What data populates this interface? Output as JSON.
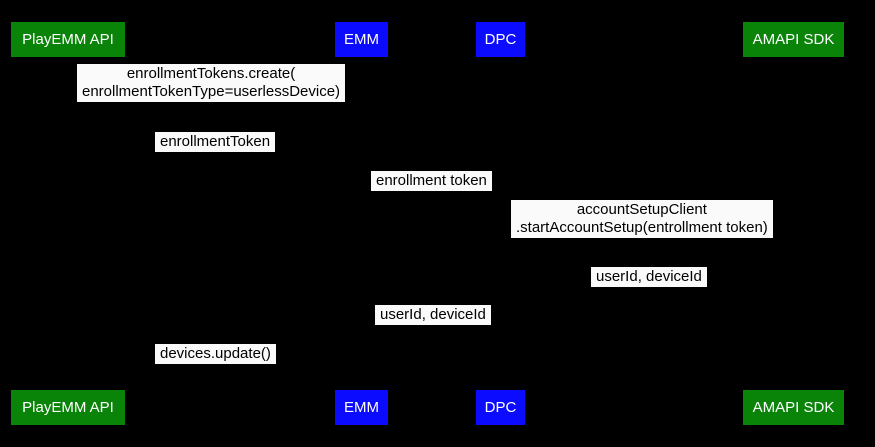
{
  "diagram": {
    "type": "sequence-diagram",
    "background": "#000000",
    "colors": {
      "actor_green": "#0a8309",
      "actor_blue": "#0b0bff",
      "actor_text": "#ffffff",
      "label_bg": "#fafafa",
      "label_text": "#000000"
    },
    "actors": [
      {
        "id": "playemm-api",
        "label": "PlayEMM API",
        "color": "green"
      },
      {
        "id": "emm",
        "label": "EMM",
        "color": "blue"
      },
      {
        "id": "dpc",
        "label": "DPC",
        "color": "blue"
      },
      {
        "id": "amapi-sdk",
        "label": "AMAPI SDK",
        "color": "green"
      }
    ],
    "messages": [
      {
        "from": "emm",
        "to": "playemm-api",
        "lines": [
          "enrollmentTokens.create(",
          "enrollmentTokenType=userlessDevice)"
        ]
      },
      {
        "from": "playemm-api",
        "to": "emm",
        "lines": [
          "enrollmentToken"
        ]
      },
      {
        "from": "emm",
        "to": "dpc",
        "lines": [
          "enrollment token"
        ]
      },
      {
        "from": "dpc",
        "to": "amapi-sdk",
        "lines": [
          "accountSetupClient",
          ".startAccountSetup(entrollment token)"
        ]
      },
      {
        "from": "amapi-sdk",
        "to": "dpc",
        "lines": [
          "userId, deviceId"
        ]
      },
      {
        "from": "dpc",
        "to": "emm",
        "lines": [
          "userId, deviceId"
        ]
      },
      {
        "from": "emm",
        "to": "playemm-api",
        "lines": [
          "devices.update()"
        ]
      }
    ]
  }
}
